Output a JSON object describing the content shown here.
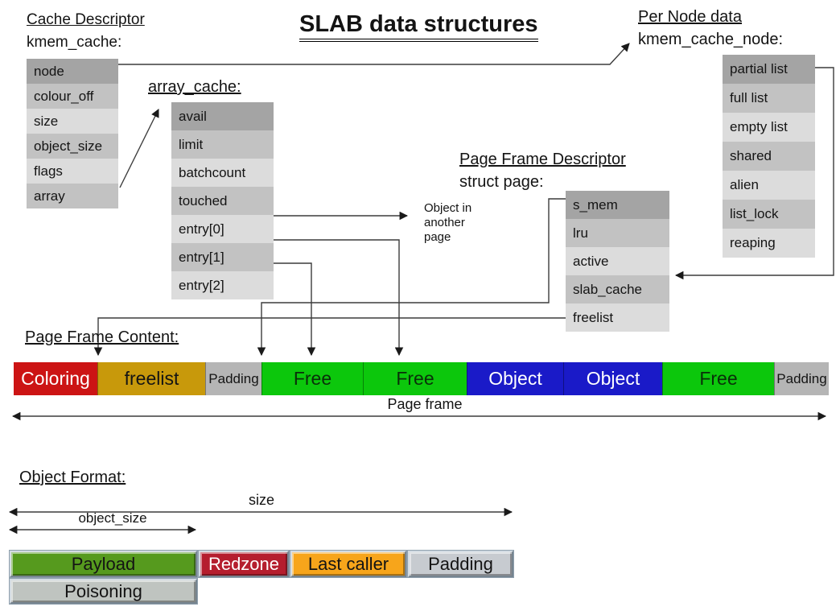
{
  "title": "SLAB data structures",
  "cache_descriptor": {
    "heading": "Cache Descriptor",
    "struct_name": "kmem_cache:",
    "fields": [
      "node",
      "colour_off",
      "size",
      "object_size",
      "flags",
      "array"
    ]
  },
  "array_cache": {
    "heading": "array_cache:",
    "fields": [
      "avail",
      "limit",
      "batchcount",
      "touched",
      "entry[0]",
      "entry[1]",
      "entry[2]"
    ]
  },
  "per_node": {
    "heading": "Per Node data",
    "struct_name": "kmem_cache_node:",
    "fields": [
      "partial list",
      "full list",
      "empty list",
      "shared",
      "alien",
      "list_lock",
      "reaping"
    ]
  },
  "page_descriptor": {
    "heading": "Page Frame Descriptor",
    "struct_name": "struct page:",
    "fields": [
      "s_mem",
      "lru",
      "active",
      "slab_cache",
      "freelist"
    ]
  },
  "object_note": {
    "lines": [
      "Object in",
      "another",
      "page"
    ]
  },
  "page_frame": {
    "heading": "Page Frame Content:",
    "axis_label": "Page frame",
    "segments": [
      {
        "label": "Coloring",
        "color": "#cc1414",
        "text_color": "#ffffff"
      },
      {
        "label": "freelist",
        "color": "#c8990b",
        "text_color": "#141414"
      },
      {
        "label": "Padding",
        "color": "#b5b5b5",
        "text_color": "#141414"
      },
      {
        "label": "Free",
        "color": "#0cc70c",
        "text_color": "#0a2f0a"
      },
      {
        "label": "Free",
        "color": "#0cc70c",
        "text_color": "#0a2f0a"
      },
      {
        "label": "Object",
        "color": "#1a1ac8",
        "text_color": "#ffffff"
      },
      {
        "label": "Object",
        "color": "#1a1ac8",
        "text_color": "#ffffff"
      },
      {
        "label": "Free",
        "color": "#0cc70c",
        "text_color": "#0a2f0a"
      },
      {
        "label": "Padding",
        "color": "#b5b5b5",
        "text_color": "#141414"
      }
    ]
  },
  "object_format": {
    "heading": "Object Format:",
    "size_label": "size",
    "object_size_label": "object_size",
    "boxes": [
      {
        "label": "Payload",
        "color": "#569a1e",
        "text_color": "#141414"
      },
      {
        "label": "Redzone",
        "color": "#b51e2e",
        "text_color": "#ffffff"
      },
      {
        "label": "Last caller",
        "color": "#f7a51b",
        "text_color": "#141414"
      },
      {
        "label": "Padding",
        "color": "#c7cbd0",
        "text_color": "#141414"
      }
    ],
    "second_row": [
      {
        "label": "Poisoning",
        "color": "#bfc4c0",
        "text_color": "#141414"
      }
    ]
  },
  "palette": {
    "table_row_first": "#a4a4a4",
    "table_row_medium": "#c2c2c2",
    "table_row_light": "#dcdcdc",
    "connector_line": "#3c3c3c",
    "background": "#ffffff",
    "text": "#141414"
  }
}
